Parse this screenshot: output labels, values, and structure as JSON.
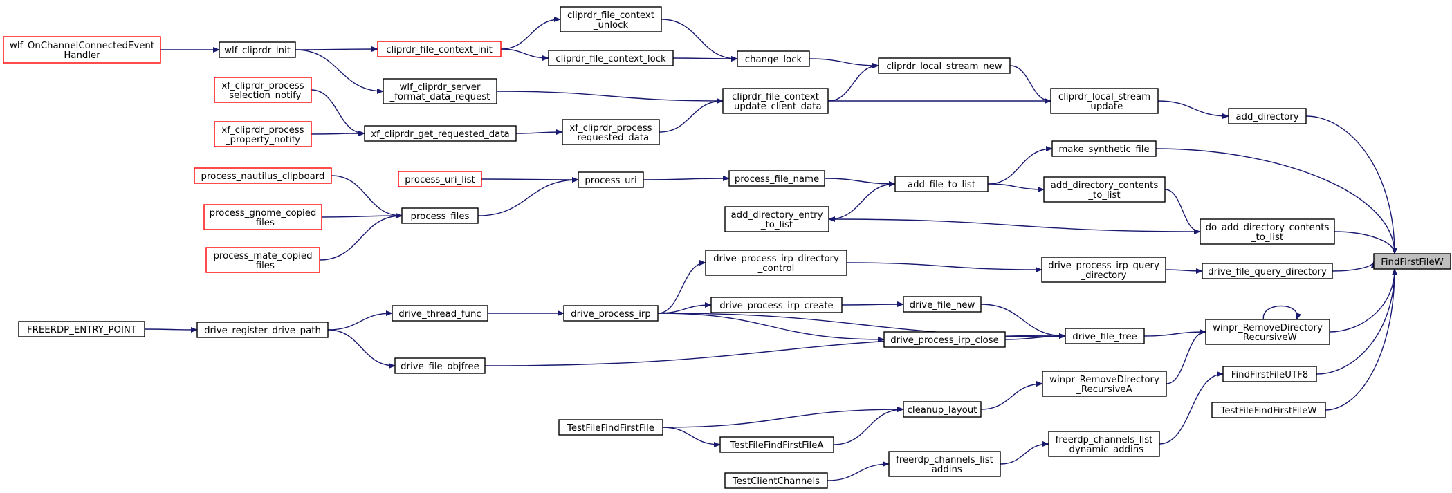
{
  "graph": {
    "colors": {
      "edge": "#191970",
      "truncated_border": "#ff0000",
      "focus_fill": "#bfbfbf"
    },
    "nodes": [
      {
        "id": "find_first_file_w",
        "lines": [
          "FindFirstFileW"
        ],
        "truncated": false,
        "focus": true
      },
      {
        "id": "add_directory",
        "lines": [
          "add_directory"
        ],
        "truncated": false
      },
      {
        "id": "do_add_directory_contents_to_list",
        "lines": [
          "do_add_directory_contents",
          "_to_list"
        ],
        "truncated": false
      },
      {
        "id": "drive_file_query_directory",
        "lines": [
          "drive_file_query_directory"
        ],
        "truncated": false
      },
      {
        "id": "winpr_remove_directory_recursive_w",
        "lines": [
          "winpr_RemoveDirectory",
          "_RecursiveW"
        ],
        "truncated": false
      },
      {
        "id": "find_first_file_utf8",
        "lines": [
          "FindFirstFileUTF8"
        ],
        "truncated": false
      },
      {
        "id": "test_file_find_first_file_w",
        "lines": [
          "TestFileFindFirstFileW"
        ],
        "truncated": false
      },
      {
        "id": "cliprdr_local_stream_update",
        "lines": [
          "cliprdr_local_stream",
          "_update"
        ],
        "truncated": false
      },
      {
        "id": "make_synthetic_file",
        "lines": [
          "make_synthetic_file"
        ],
        "truncated": false
      },
      {
        "id": "add_directory_contents_to_list",
        "lines": [
          "add_directory_contents",
          "_to_list"
        ],
        "truncated": false
      },
      {
        "id": "drive_process_irp_query_directory",
        "lines": [
          "drive_process_irp_query",
          "_directory"
        ],
        "truncated": false
      },
      {
        "id": "drive_file_free",
        "lines": [
          "drive_file_free"
        ],
        "truncated": false
      },
      {
        "id": "winpr_remove_directory_recursive_a",
        "lines": [
          "winpr_RemoveDirectory",
          "_RecursiveA"
        ],
        "truncated": false
      },
      {
        "id": "freerdp_channels_list_dynamic_addins",
        "lines": [
          "freerdp_channels_list",
          "_dynamic_addins"
        ],
        "truncated": false
      },
      {
        "id": "cliprdr_local_stream_new",
        "lines": [
          "cliprdr_local_stream_new"
        ],
        "truncated": false
      },
      {
        "id": "add_file_to_list",
        "lines": [
          "add_file_to_list"
        ],
        "truncated": false
      },
      {
        "id": "drive_file_new",
        "lines": [
          "drive_file_new"
        ],
        "truncated": false
      },
      {
        "id": "drive_process_irp_close",
        "lines": [
          "drive_process_irp_close"
        ],
        "truncated": false
      },
      {
        "id": "cleanup_layout",
        "lines": [
          "cleanup_layout"
        ],
        "truncated": false
      },
      {
        "id": "freerdp_channels_list_addins",
        "lines": [
          "freerdp_channels_list",
          "_addins"
        ],
        "truncated": false
      },
      {
        "id": "change_lock",
        "lines": [
          "change_lock"
        ],
        "truncated": false
      },
      {
        "id": "cliprdr_file_context_update_client_data",
        "lines": [
          "cliprdr_file_context",
          "_update_client_data"
        ],
        "truncated": false
      },
      {
        "id": "process_file_name",
        "lines": [
          "process_file_name"
        ],
        "truncated": false
      },
      {
        "id": "add_directory_entry_to_list",
        "lines": [
          "add_directory_entry",
          "_to_list"
        ],
        "truncated": false
      },
      {
        "id": "drive_process_irp_directory_control",
        "lines": [
          "drive_process_irp_directory",
          "_control"
        ],
        "truncated": false
      },
      {
        "id": "drive_process_irp_create",
        "lines": [
          "drive_process_irp_create"
        ],
        "truncated": false
      },
      {
        "id": "test_file_find_first_file_a",
        "lines": [
          "TestFileFindFirstFileA"
        ],
        "truncated": false
      },
      {
        "id": "test_client_channels",
        "lines": [
          "TestClientChannels"
        ],
        "truncated": false
      },
      {
        "id": "cliprdr_file_context_unlock",
        "lines": [
          "cliprdr_file_context",
          "_unlock"
        ],
        "truncated": false
      },
      {
        "id": "cliprdr_file_context_lock",
        "lines": [
          "cliprdr_file_context_lock"
        ],
        "truncated": false
      },
      {
        "id": "xf_cliprdr_process_requested_data",
        "lines": [
          "xf_cliprdr_process",
          "_requested_data"
        ],
        "truncated": false
      },
      {
        "id": "process_uri",
        "lines": [
          "process_uri"
        ],
        "truncated": false
      },
      {
        "id": "drive_process_irp",
        "lines": [
          "drive_process_irp"
        ],
        "truncated": false
      },
      {
        "id": "test_file_find_first_file",
        "lines": [
          "TestFileFindFirstFile"
        ],
        "truncated": false
      },
      {
        "id": "cliprdr_file_context_init",
        "lines": [
          "cliprdr_file_context_init"
        ],
        "truncated": true
      },
      {
        "id": "wlf_cliprdr_server_format_data_request",
        "lines": [
          "wlf_cliprdr_server",
          "_format_data_request"
        ],
        "truncated": false
      },
      {
        "id": "xf_cliprdr_get_requested_data",
        "lines": [
          "xf_cliprdr_get_requested_data"
        ],
        "truncated": false
      },
      {
        "id": "process_uri_list",
        "lines": [
          "process_uri_list"
        ],
        "truncated": true
      },
      {
        "id": "process_files",
        "lines": [
          "process_files"
        ],
        "truncated": false
      },
      {
        "id": "drive_thread_func",
        "lines": [
          "drive_thread_func"
        ],
        "truncated": false
      },
      {
        "id": "drive_file_objfree",
        "lines": [
          "drive_file_objfree"
        ],
        "truncated": false
      },
      {
        "id": "wlf_cliprdr_init",
        "lines": [
          "wlf_cliprdr_init"
        ],
        "truncated": false
      },
      {
        "id": "xf_cliprdr_process_selection_notify",
        "lines": [
          "xf_cliprdr_process",
          "_selection_notify"
        ],
        "truncated": true
      },
      {
        "id": "xf_cliprdr_process_property_notify",
        "lines": [
          "xf_cliprdr_process",
          "_property_notify"
        ],
        "truncated": true
      },
      {
        "id": "process_nautilus_clipboard",
        "lines": [
          "process_nautilus_clipboard"
        ],
        "truncated": true
      },
      {
        "id": "process_gnome_copied_files",
        "lines": [
          "process_gnome_copied",
          "_files"
        ],
        "truncated": true
      },
      {
        "id": "process_mate_copied_files",
        "lines": [
          "process_mate_copied",
          "_files"
        ],
        "truncated": true
      },
      {
        "id": "drive_register_drive_path",
        "lines": [
          "drive_register_drive_path"
        ],
        "truncated": false
      },
      {
        "id": "wlf_on_channel_connected_event_handler",
        "lines": [
          "wlf_OnChannelConnectedEvent",
          "Handler"
        ],
        "truncated": true
      },
      {
        "id": "freerdp_entry_point",
        "lines": [
          "FREERDP_ENTRY_POINT"
        ],
        "truncated": false
      }
    ],
    "edges": [
      {
        "from": "add_directory",
        "to": "find_first_file_w"
      },
      {
        "from": "do_add_directory_contents_to_list",
        "to": "find_first_file_w"
      },
      {
        "from": "drive_file_query_directory",
        "to": "find_first_file_w"
      },
      {
        "from": "winpr_remove_directory_recursive_w",
        "to": "find_first_file_w"
      },
      {
        "from": "find_first_file_utf8",
        "to": "find_first_file_w"
      },
      {
        "from": "test_file_find_first_file_w",
        "to": "find_first_file_w"
      },
      {
        "from": "make_synthetic_file",
        "to": "find_first_file_w"
      },
      {
        "from": "cliprdr_local_stream_update",
        "to": "add_directory"
      },
      {
        "from": "add_directory_contents_to_list",
        "to": "do_add_directory_contents_to_list"
      },
      {
        "from": "drive_process_irp_query_directory",
        "to": "drive_file_query_directory"
      },
      {
        "from": "winpr_remove_directory_recursive_w",
        "to": "winpr_remove_directory_recursive_w"
      },
      {
        "from": "drive_file_free",
        "to": "winpr_remove_directory_recursive_w"
      },
      {
        "from": "winpr_remove_directory_recursive_a",
        "to": "winpr_remove_directory_recursive_w"
      },
      {
        "from": "freerdp_channels_list_dynamic_addins",
        "to": "find_first_file_utf8"
      },
      {
        "from": "cliprdr_local_stream_new",
        "to": "cliprdr_local_stream_update"
      },
      {
        "from": "cliprdr_file_context_update_client_data",
        "to": "cliprdr_local_stream_update"
      },
      {
        "from": "add_file_to_list",
        "to": "make_synthetic_file"
      },
      {
        "from": "add_file_to_list",
        "to": "add_directory_contents_to_list"
      },
      {
        "from": "do_add_directory_contents_to_list",
        "to": "add_directory_entry_to_list"
      },
      {
        "from": "drive_process_irp_directory_control",
        "to": "drive_process_irp_query_directory"
      },
      {
        "from": "drive_file_new",
        "to": "drive_file_free"
      },
      {
        "from": "drive_process_irp_close",
        "to": "drive_file_free"
      },
      {
        "from": "drive_file_objfree",
        "to": "drive_file_free"
      },
      {
        "from": "drive_process_irp",
        "to": "drive_file_free"
      },
      {
        "from": "cleanup_layout",
        "to": "winpr_remove_directory_recursive_a"
      },
      {
        "from": "freerdp_channels_list_addins",
        "to": "freerdp_channels_list_dynamic_addins"
      },
      {
        "from": "change_lock",
        "to": "cliprdr_local_stream_new"
      },
      {
        "from": "cliprdr_file_context_update_client_data",
        "to": "cliprdr_local_stream_new"
      },
      {
        "from": "process_file_name",
        "to": "add_file_to_list"
      },
      {
        "from": "add_directory_entry_to_list",
        "to": "add_file_to_list"
      },
      {
        "from": "drive_process_irp_create",
        "to": "drive_file_new"
      },
      {
        "from": "drive_process_irp",
        "to": "drive_process_irp_close"
      },
      {
        "from": "test_file_find_first_file",
        "to": "cleanup_layout"
      },
      {
        "from": "test_file_find_first_file_a",
        "to": "cleanup_layout"
      },
      {
        "from": "test_client_channels",
        "to": "freerdp_channels_list_addins"
      },
      {
        "from": "cliprdr_file_context_unlock",
        "to": "change_lock"
      },
      {
        "from": "cliprdr_file_context_lock",
        "to": "change_lock"
      },
      {
        "from": "wlf_cliprdr_server_format_data_request",
        "to": "cliprdr_file_context_update_client_data"
      },
      {
        "from": "xf_cliprdr_process_requested_data",
        "to": "cliprdr_file_context_update_client_data"
      },
      {
        "from": "process_uri",
        "to": "process_file_name"
      },
      {
        "from": "drive_process_irp",
        "to": "drive_process_irp_directory_control"
      },
      {
        "from": "drive_process_irp",
        "to": "drive_process_irp_create"
      },
      {
        "from": "test_file_find_first_file",
        "to": "test_file_find_first_file_a"
      },
      {
        "from": "cliprdr_file_context_init",
        "to": "cliprdr_file_context_unlock"
      },
      {
        "from": "cliprdr_file_context_init",
        "to": "cliprdr_file_context_lock"
      },
      {
        "from": "xf_cliprdr_get_requested_data",
        "to": "xf_cliprdr_process_requested_data"
      },
      {
        "from": "process_uri_list",
        "to": "process_uri"
      },
      {
        "from": "process_files",
        "to": "process_uri"
      },
      {
        "from": "drive_thread_func",
        "to": "drive_process_irp"
      },
      {
        "from": "wlf_cliprdr_init",
        "to": "cliprdr_file_context_init"
      },
      {
        "from": "wlf_cliprdr_init",
        "to": "wlf_cliprdr_server_format_data_request"
      },
      {
        "from": "xf_cliprdr_process_selection_notify",
        "to": "xf_cliprdr_get_requested_data"
      },
      {
        "from": "xf_cliprdr_process_property_notify",
        "to": "xf_cliprdr_get_requested_data"
      },
      {
        "from": "process_nautilus_clipboard",
        "to": "process_files"
      },
      {
        "from": "process_gnome_copied_files",
        "to": "process_files"
      },
      {
        "from": "process_mate_copied_files",
        "to": "process_files"
      },
      {
        "from": "drive_register_drive_path",
        "to": "drive_thread_func"
      },
      {
        "from": "drive_register_drive_path",
        "to": "drive_file_objfree"
      },
      {
        "from": "wlf_on_channel_connected_event_handler",
        "to": "wlf_cliprdr_init"
      },
      {
        "from": "freerdp_entry_point",
        "to": "drive_register_drive_path"
      }
    ]
  }
}
